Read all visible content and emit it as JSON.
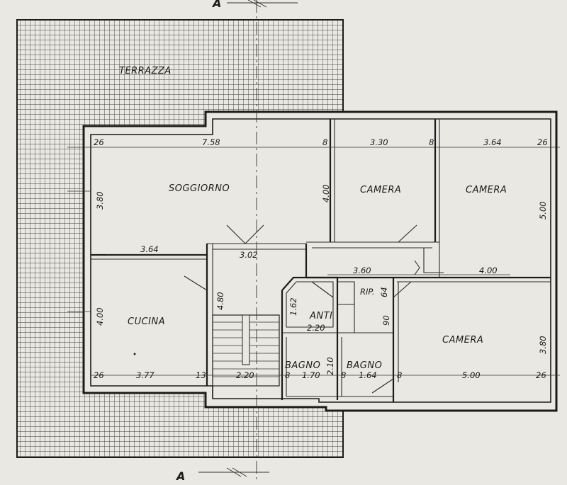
{
  "section_marker": {
    "label": "A"
  },
  "rooms": {
    "terrace": "TERRAZZA",
    "living": "SOGGIORNO",
    "kitchen": "CUCINA",
    "bedroom_1": "CAMERA",
    "bedroom_2": "CAMERA",
    "bedroom_3": "CAMERA",
    "anteroom": "ANTI",
    "storage": "RIP.",
    "bath_1": "BAGNO",
    "bath_2": "BAGNO"
  },
  "dimensions": {
    "top_wall_left": "26",
    "living_width": "7.58",
    "wall_8_a": "8",
    "bed1_width": "3.30",
    "wall_8_b": "8",
    "bed2_width": "3.64",
    "top_wall_right": "26",
    "living_depth": "3.80",
    "living_inner_depth": "4.00",
    "bed2_depth": "5.00",
    "kitchen_top_width": "3.64",
    "hall_width": "3.02",
    "corridor_width": "3.60",
    "bed3_width_top": "4.00",
    "kitchen_depth": "4.00",
    "stair_depth": "4.80",
    "anti_depth": "1.62",
    "storage_depth": "64",
    "anti_width": "2.20",
    "bath_pass": "90",
    "bed3_depth": "3.80",
    "bottom_wall_left": "26",
    "kitchen_width": "3.77",
    "wall_13": "13",
    "stair_width": "2.20",
    "wall_8_c": "8",
    "bath1_width": "1.70",
    "bath1_depth": "2.10",
    "wall_8_d": "8",
    "bath2_width": "1.64",
    "wall_8_e": "8",
    "bed3_width": "5.00",
    "bottom_wall_right": "26"
  }
}
